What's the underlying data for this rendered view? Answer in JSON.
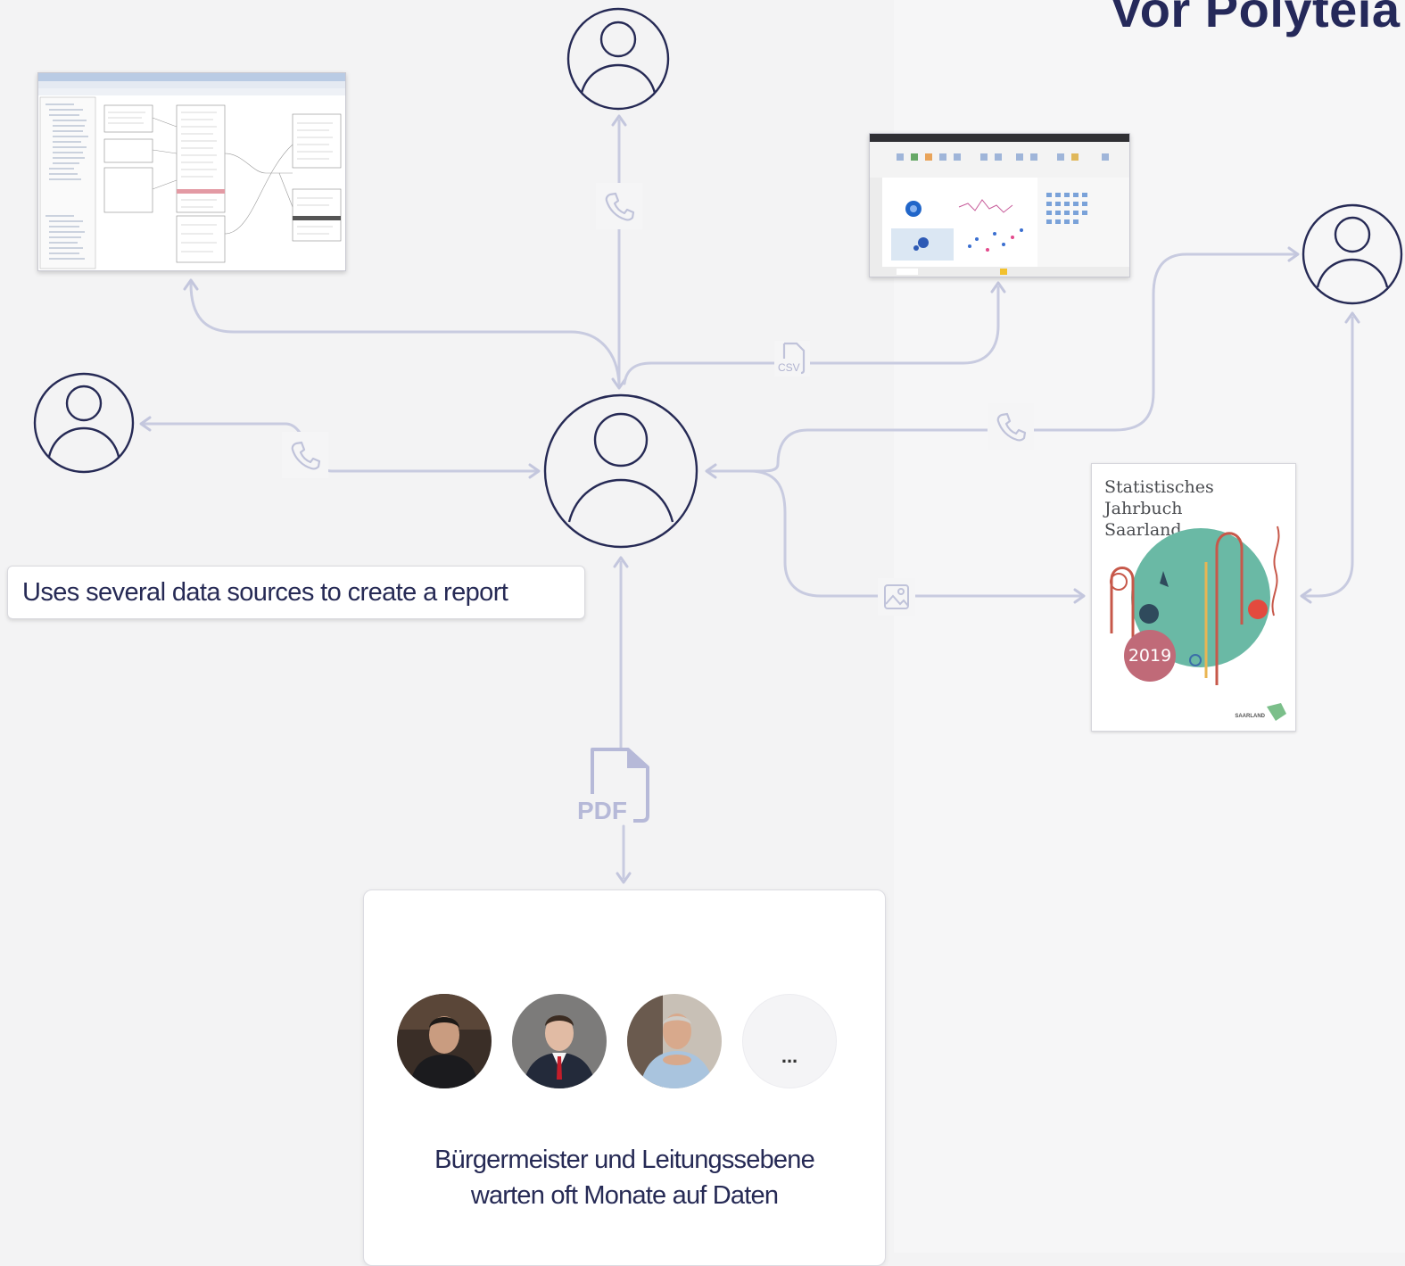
{
  "header": {
    "title": "Vor Polyteia"
  },
  "diagram": {
    "central_user_caption": "Uses several data sources to create a report",
    "file_labels": {
      "pdf": "PDF",
      "csv": "CSV"
    },
    "icons": {
      "user": "user-avatar-icon",
      "phone": "phone-icon",
      "csv": "csv-file-icon",
      "pdf": "pdf-file-icon",
      "image": "image-icon"
    },
    "publication": {
      "title_line1": "Statistisches Jahrbuch",
      "title_line2": "Saarland",
      "year": "2019",
      "publisher": "SAARLAND"
    },
    "audience": {
      "more_label": "...",
      "caption_line1": "Bürgermeister und Leitungssebene",
      "caption_line2": "warten oft Monate auf Daten"
    }
  },
  "colors": {
    "navy": "#25295a",
    "connector": "#c8cbe0",
    "background": "#f3f3f4"
  }
}
